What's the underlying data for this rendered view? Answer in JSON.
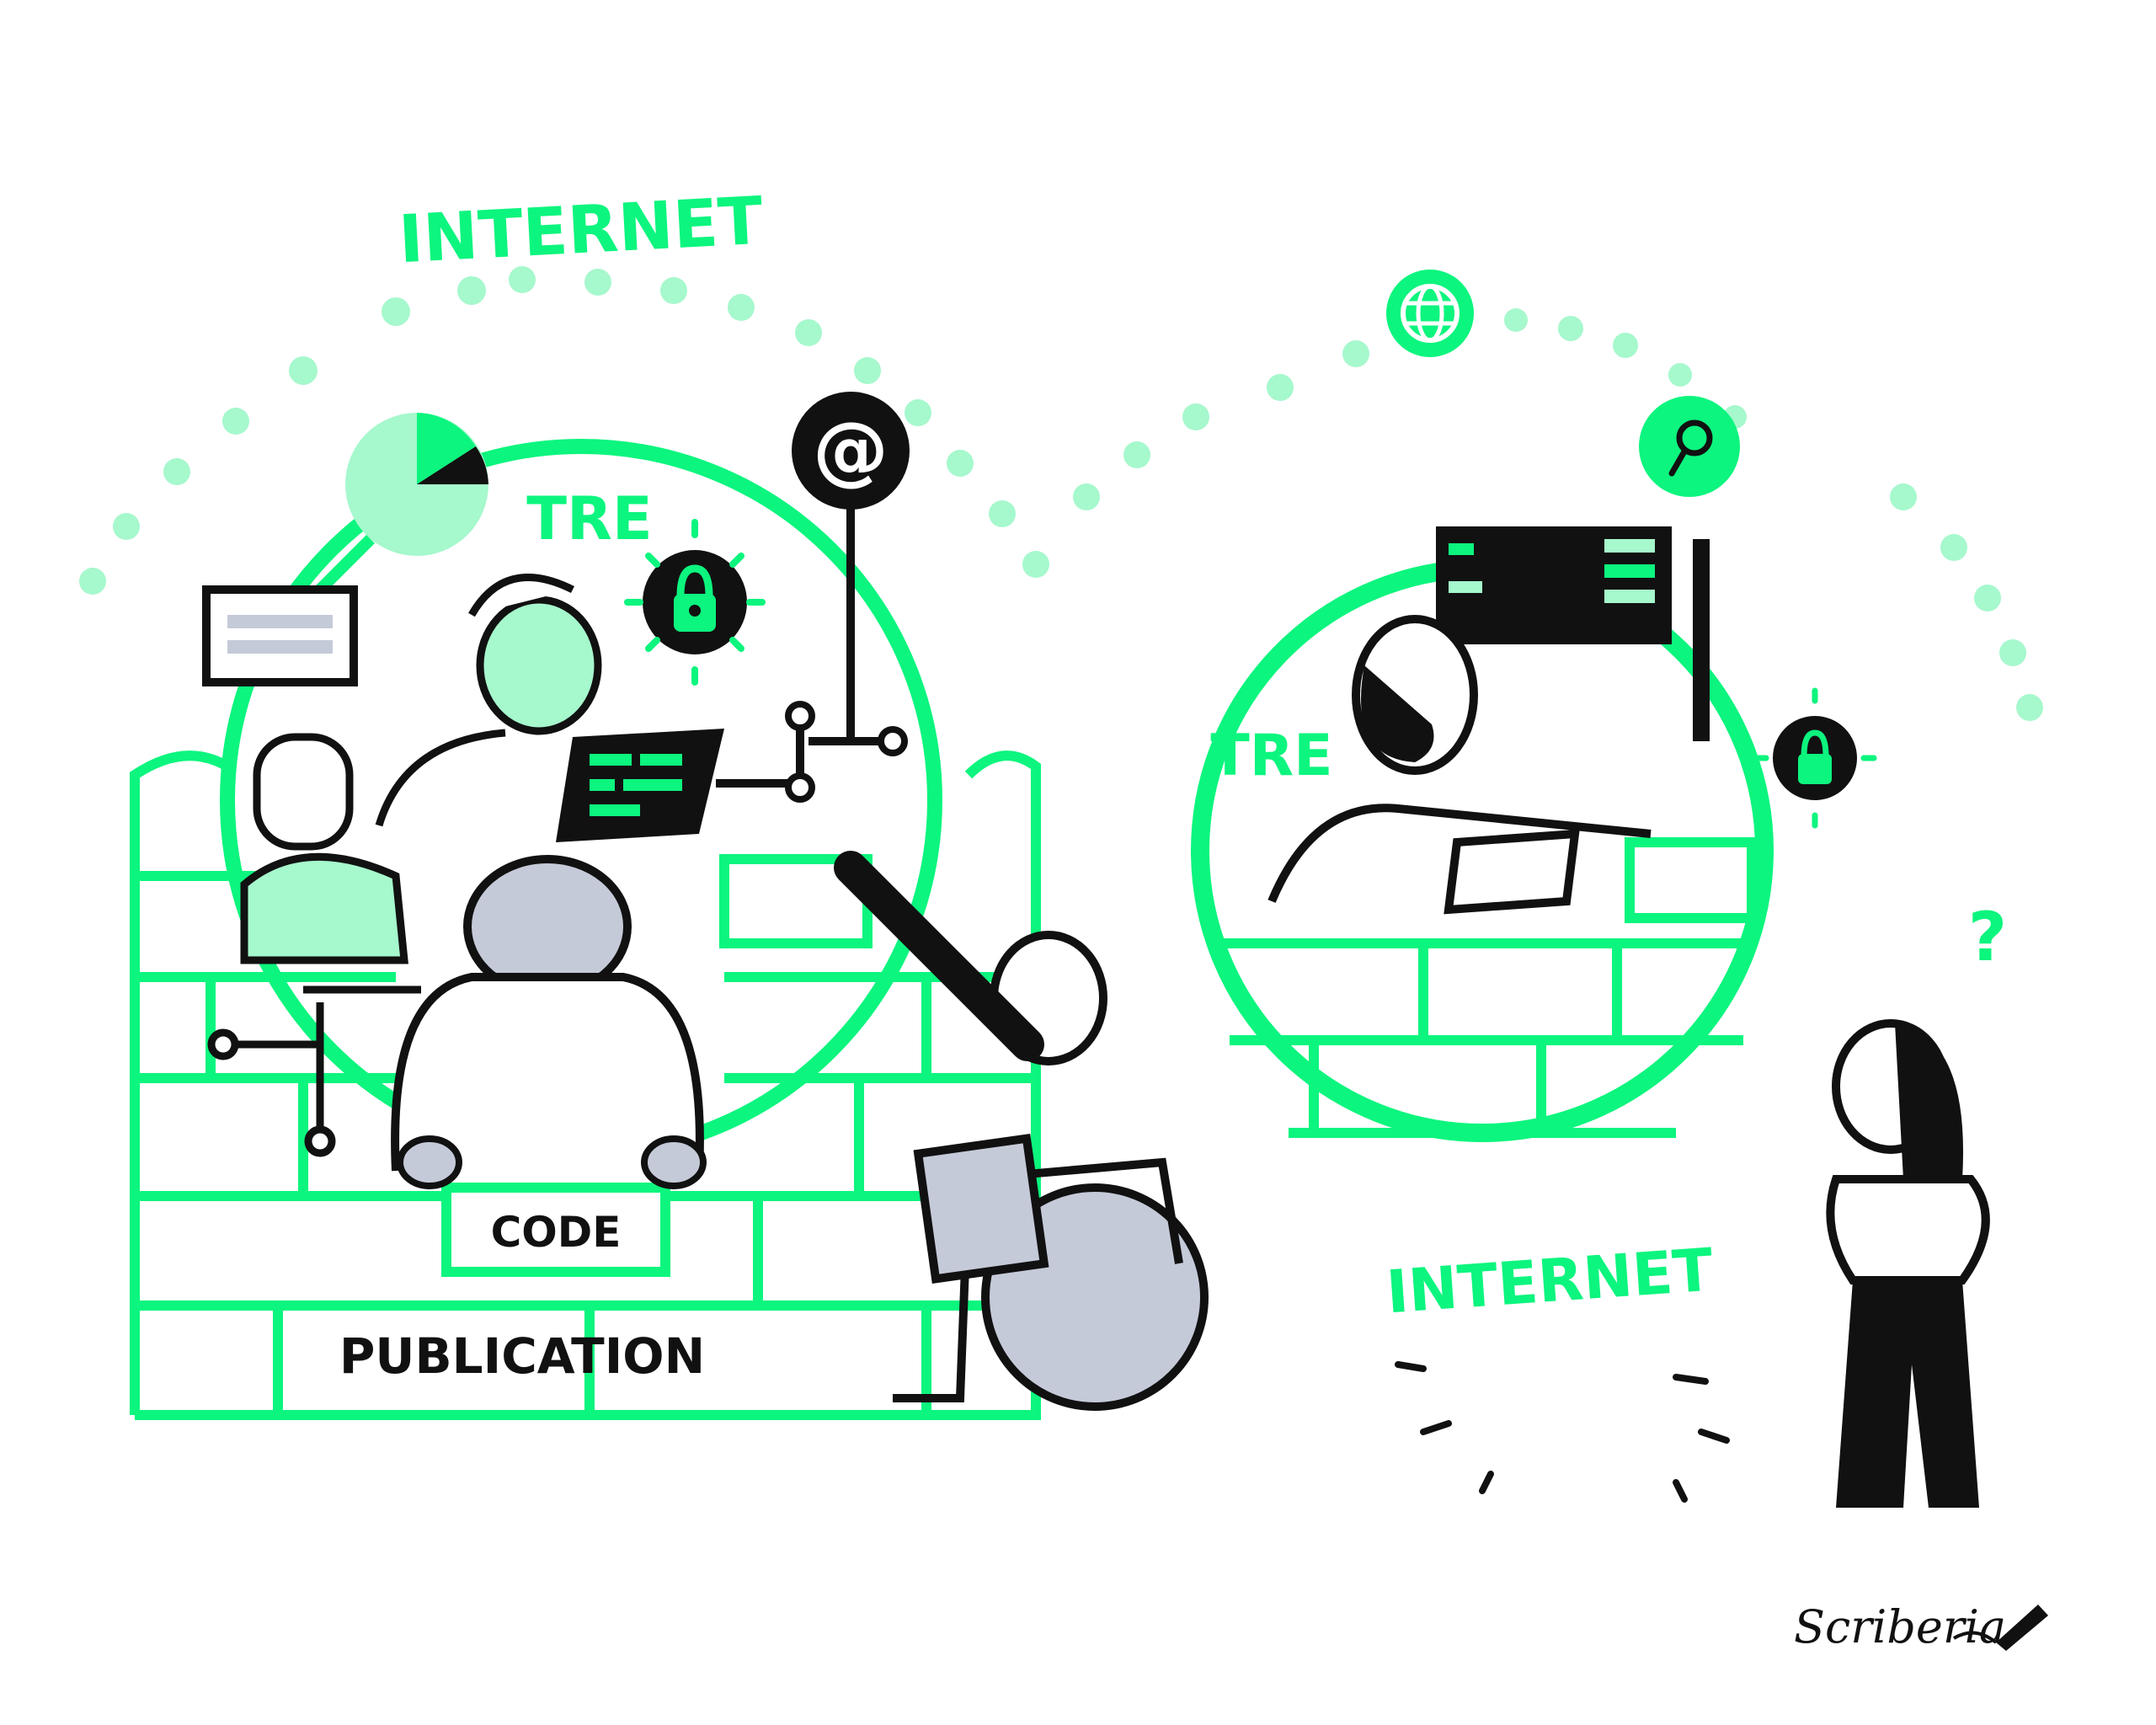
{
  "labels": {
    "internet_top": "INTERNET",
    "internet_bottom": "INTERNET",
    "tre_left": "TRE",
    "tre_right": "TRE",
    "code_box": "CODE",
    "publication": "PUBLICATION",
    "question_mark": "?"
  },
  "signature": "Scriberia",
  "icons": [
    "pie-chart-icon",
    "at-sign-icon",
    "padlock-icon",
    "globe-icon",
    "magnifier-icon",
    "laptop-icon",
    "document-icon",
    "pencil-icon"
  ],
  "colors": {
    "green": "#0cf57e",
    "mint": "#a6f8cd",
    "black": "#111111",
    "grey": "#c5cad9"
  }
}
